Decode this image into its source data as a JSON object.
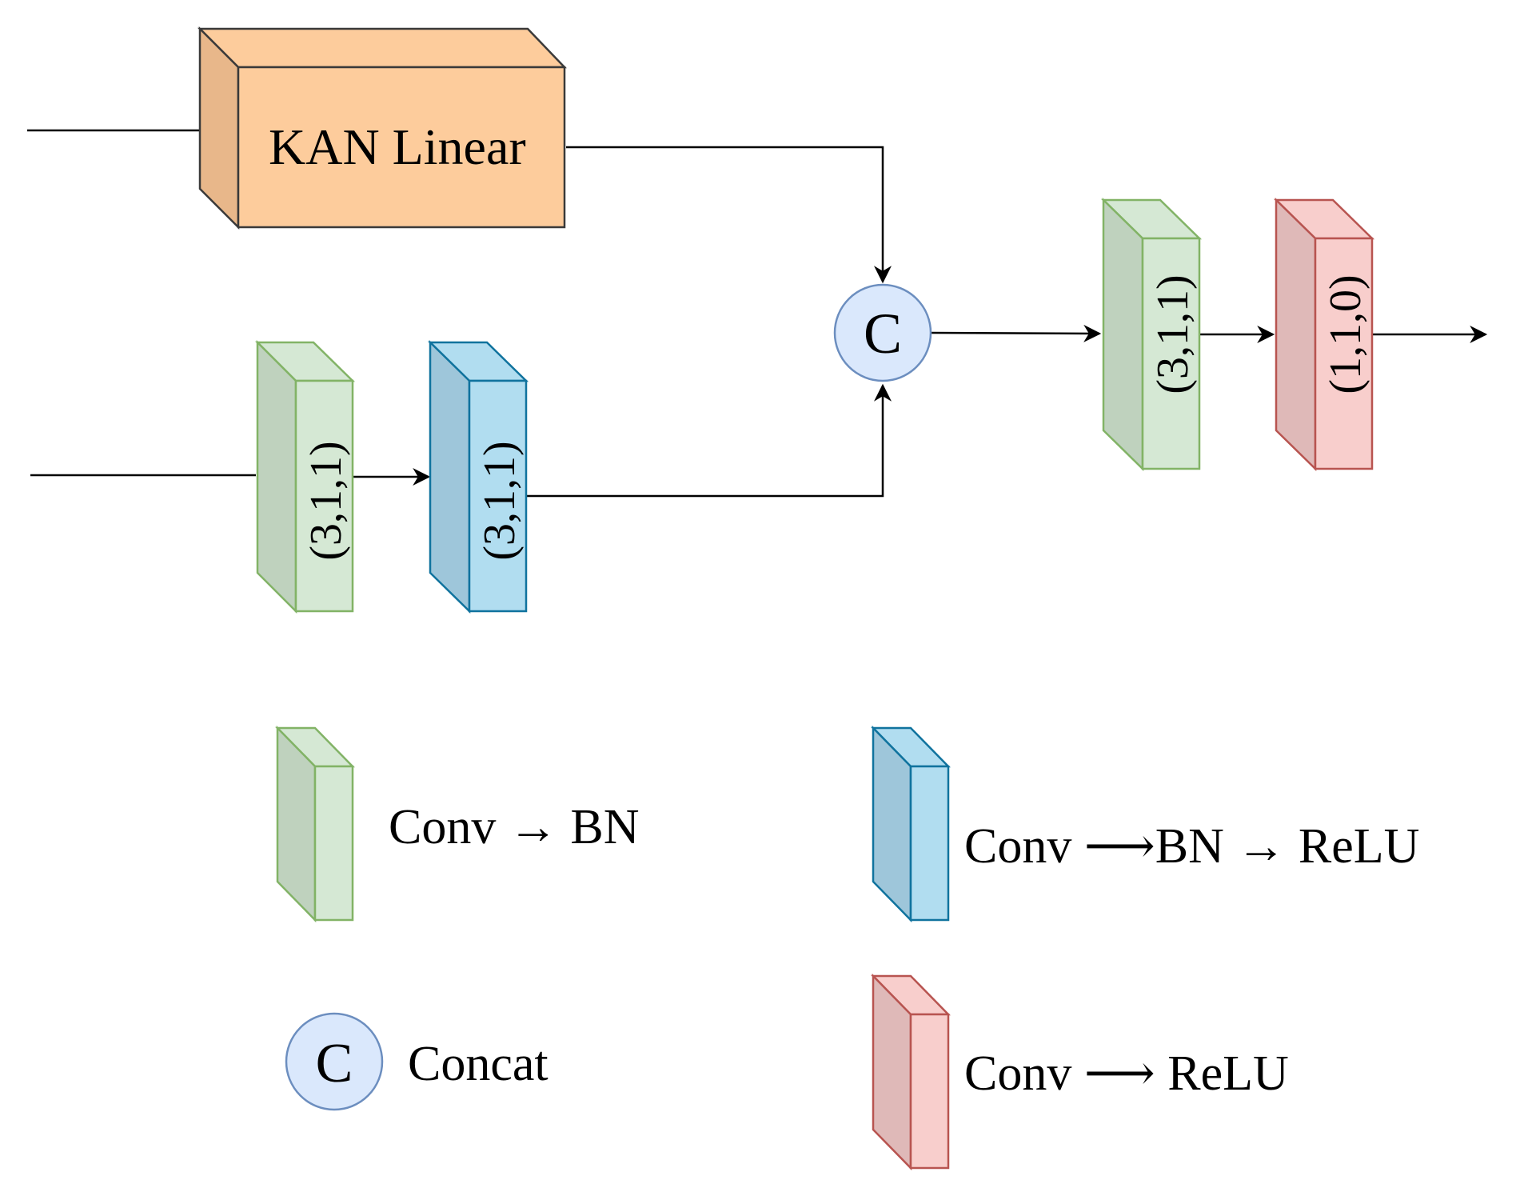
{
  "colors": {
    "orange_front": "#FDCC9C",
    "orange_side": "#E8B78A",
    "orange_stroke": "#3a3a3a",
    "green_front": "#D5E8D4",
    "green_side": "#BFD2BE",
    "green_stroke": "#82B366",
    "blue_front": "#B1DDF0",
    "blue_side": "#9EC6DA",
    "blue_stroke": "#10739E",
    "red_front": "#F8CECC",
    "red_side": "#DFB9B8",
    "red_stroke": "#B85450",
    "concat_fill": "#DAE8FC",
    "concat_stroke": "#6C8EBF"
  },
  "blocks": {
    "kan_linear": "KAN Linear",
    "conv_bn_1": "(3,1,1)",
    "conv_bn_relu": "(3,1,1)",
    "conv_bn_2": "(3,1,1)",
    "conv_relu": "(1,1,0)",
    "concat": "C"
  },
  "legend": {
    "conv_bn": "Conv → BN",
    "conv_bn_relu": "Conv ⟶BN → ReLU",
    "concat_symbol": "C",
    "concat": "Concat",
    "conv_relu": "Conv ⟶ ReLU"
  }
}
